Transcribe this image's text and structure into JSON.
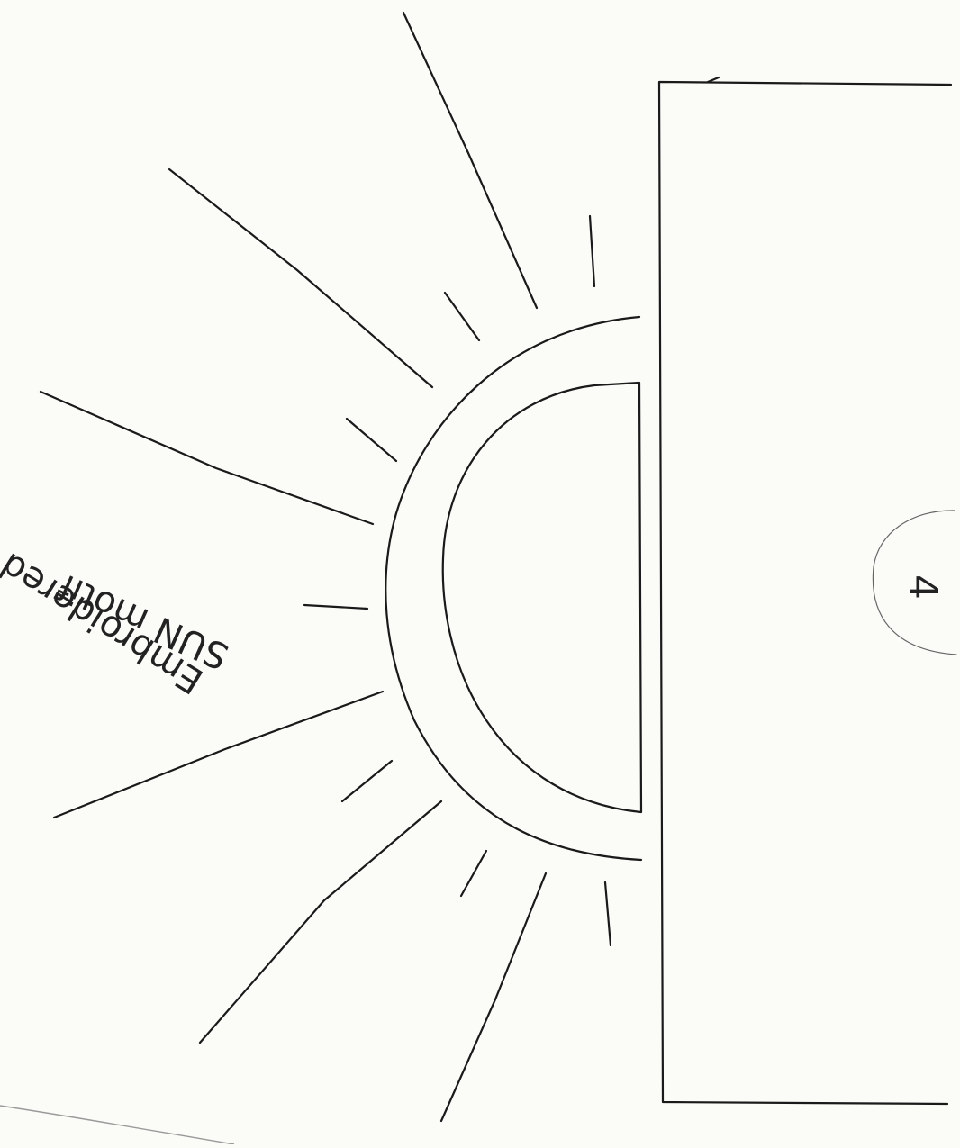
{
  "sketch": {
    "annotation": {
      "line1": "Embroidered",
      "line2": "SUN motif"
    },
    "page_number": "4",
    "ink_color": "#1a1a1a",
    "paper_color": "#fbfbf8",
    "stray_mark_color": "#9a9a9a"
  }
}
